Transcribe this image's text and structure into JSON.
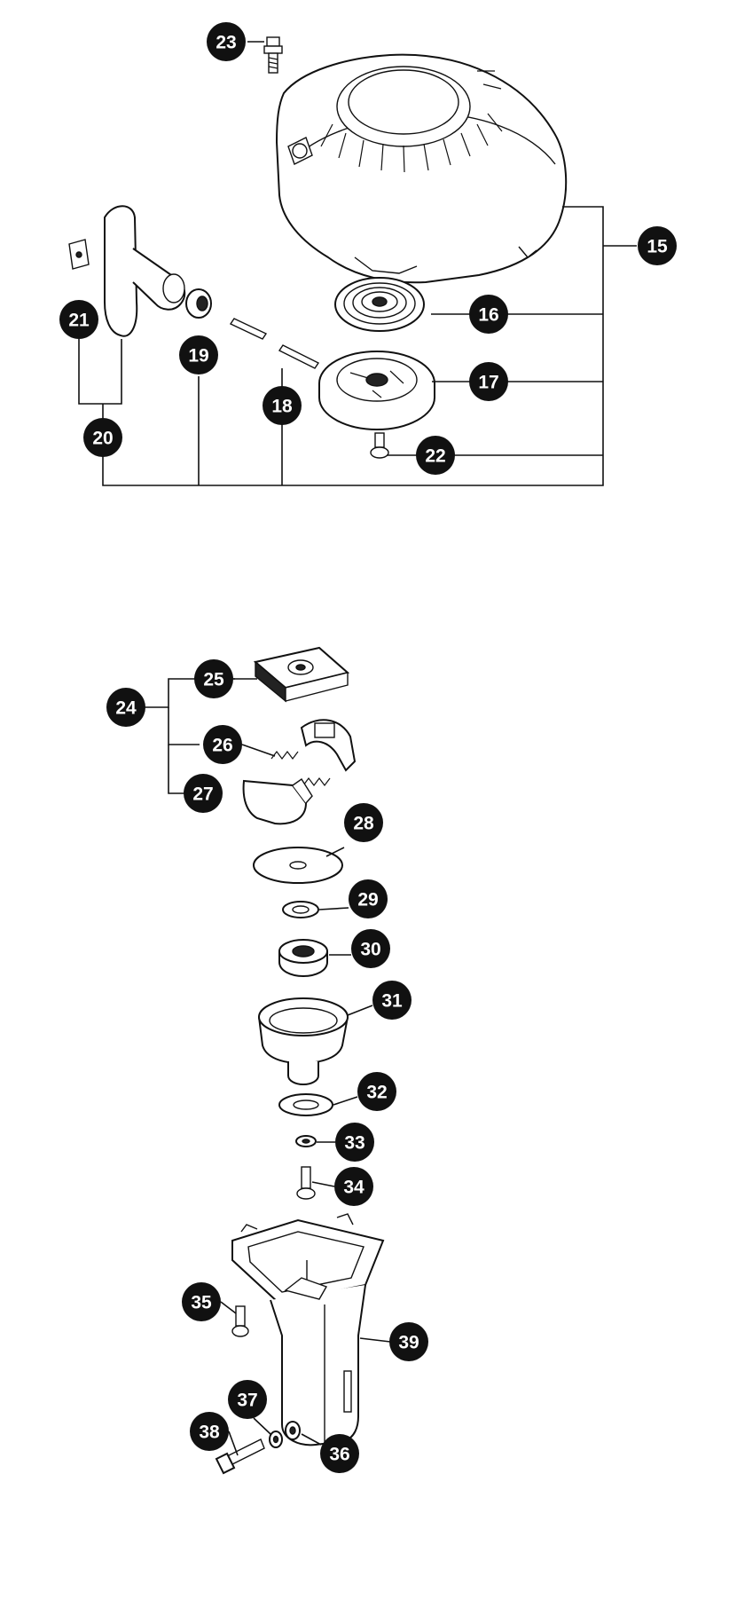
{
  "callouts": [
    {
      "id": "c15",
      "label": "15"
    },
    {
      "id": "c16",
      "label": "16"
    },
    {
      "id": "c17",
      "label": "17"
    },
    {
      "id": "c18",
      "label": "18"
    },
    {
      "id": "c19",
      "label": "19"
    },
    {
      "id": "c20",
      "label": "20"
    },
    {
      "id": "c21",
      "label": "21"
    },
    {
      "id": "c22",
      "label": "22"
    },
    {
      "id": "c23",
      "label": "23"
    },
    {
      "id": "c24",
      "label": "24"
    },
    {
      "id": "c25",
      "label": "25"
    },
    {
      "id": "c26",
      "label": "26"
    },
    {
      "id": "c27",
      "label": "27"
    },
    {
      "id": "c28",
      "label": "28"
    },
    {
      "id": "c29",
      "label": "29"
    },
    {
      "id": "c30",
      "label": "30"
    },
    {
      "id": "c31",
      "label": "31"
    },
    {
      "id": "c32",
      "label": "32"
    },
    {
      "id": "c33",
      "label": "33"
    },
    {
      "id": "c34",
      "label": "34"
    },
    {
      "id": "c35",
      "label": "35"
    },
    {
      "id": "c36",
      "label": "36"
    },
    {
      "id": "c37",
      "label": "37"
    },
    {
      "id": "c38",
      "label": "38"
    },
    {
      "id": "c39",
      "label": "39"
    }
  ]
}
